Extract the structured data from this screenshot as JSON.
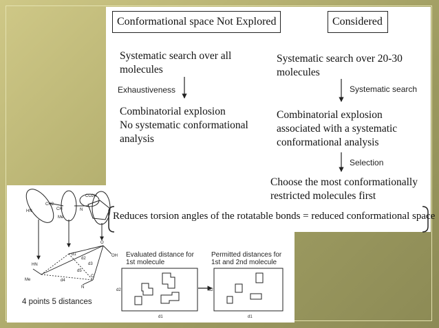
{
  "header_left": "Conformational space Not Explored",
  "header_right": "Considered",
  "left": {
    "step1": "Systematic search over all\nmolecules",
    "arrow_label": "Exhaustiveness",
    "step2": "Combinatorial explosion\nNo systematic conformational\nanalysis"
  },
  "right": {
    "step1": "Systematic search over 20-30\nmolecules",
    "arrow_label_1": "Systematic search",
    "step2": "Combinatorial explosion\nassociated with a systematic\nconformational analysis",
    "arrow_label_2": "Selection",
    "step3": "Choose the most conformationally\nrestricted molecules first"
  },
  "brace_text": "Reduces torsion angles of the rotatable bonds = reduced conformational space",
  "figure": {
    "label_points": "4 points 5 distances",
    "label_evaluated": "Evaluated distance for\n1st molecule",
    "label_permitted": "Permitted distances for\n1st and 2nd molecule",
    "chem": {
      "ch2": "CH2",
      "hn": "HN",
      "ch": "CH",
      "co2h": "CO2H",
      "me": "Me",
      "n": "N",
      "oh": "OH",
      "hn2": "HN",
      "d1": "d1",
      "d2": "d2",
      "d3": "d3",
      "d4": "d4",
      "d5": "d5",
      "c": "C",
      "o": "O",
      "n2": "N",
      "me2": "Me"
    },
    "axis_d1": "d1",
    "axis_d2": "d2"
  }
}
